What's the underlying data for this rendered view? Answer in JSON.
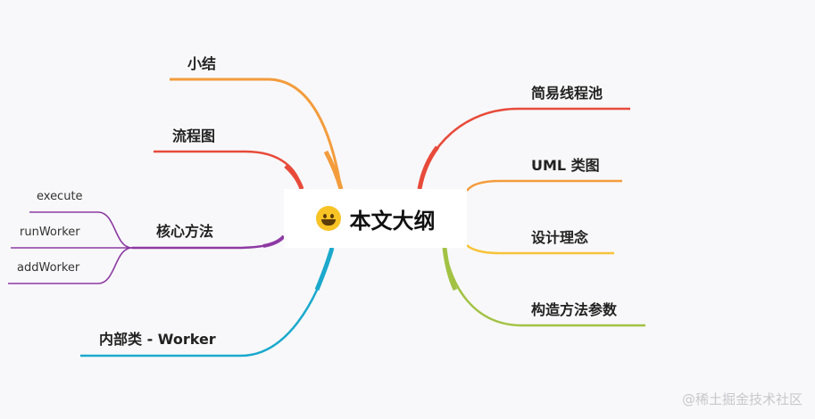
{
  "root": {
    "title": "本文大纲",
    "emoji": "grinning-face-icon"
  },
  "branches": {
    "summary": "小结",
    "flowchart": "流程图",
    "core_methods": "核心方法",
    "inner_class": "内部类 - Worker",
    "simple_pool": "简易线程池",
    "uml": "UML 类图",
    "design": "设计理念",
    "constructor_params": "构造方法参数"
  },
  "core_methods_children": [
    "execute",
    "runWorker",
    "addWorker"
  ],
  "colors": {
    "orange": "#f39c3c",
    "red": "#e84a3a",
    "purple": "#8e3aa3",
    "cyan": "#1ba9cc",
    "yellow": "#f7c33a",
    "green": "#a2c244"
  },
  "watermark": "@稀土掘金技术社区"
}
